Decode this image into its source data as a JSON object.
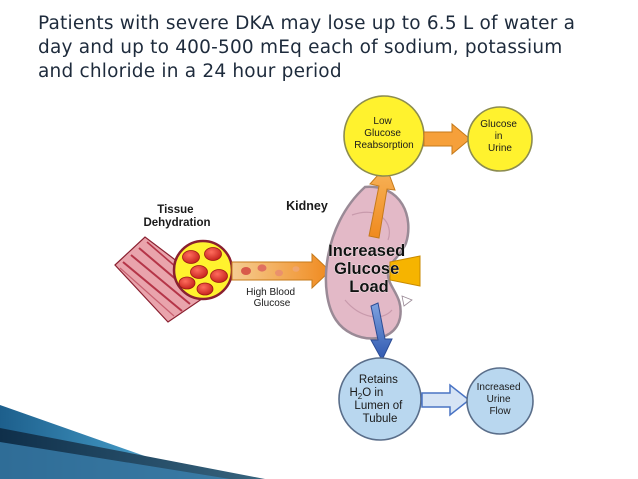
{
  "slide": {
    "title_lines": [
      "Patients with severe DKA may lose up to 6.5 L of  water a",
      "day and up to 400-500 mEq each of sodium, potassium",
      "and  chloride in a 24 hour period"
    ]
  },
  "diagram": {
    "tissue_label": [
      "Tissue",
      "Dehydration"
    ],
    "kidney_label": "Kidney",
    "center_label": [
      "Increased",
      "Glucose",
      "Load"
    ],
    "high_blood_glucose_label": [
      "High Blood",
      "Glucose"
    ],
    "low_reabsorption_label": [
      "Low",
      "Glucose",
      "Reabsorption"
    ],
    "glucose_in_urine_label": [
      "Glucose",
      "in",
      "Urine"
    ],
    "retains_label": [
      "Retains",
      "H",
      "2",
      "O in",
      "Lumen of",
      "Tubule"
    ],
    "urine_flow_label": [
      "Increased",
      "Urine",
      "Flow"
    ]
  },
  "colors": {
    "title_text": "#1e2b3c",
    "yellow_fill": "#fff22e",
    "blue_fill": "#b9d7ef",
    "orange_arrow": "#f6a03a",
    "blue_arrow": "#4a74c4",
    "kidney_fill": "#e3b9c7",
    "red_cell": "#e0302a"
  }
}
